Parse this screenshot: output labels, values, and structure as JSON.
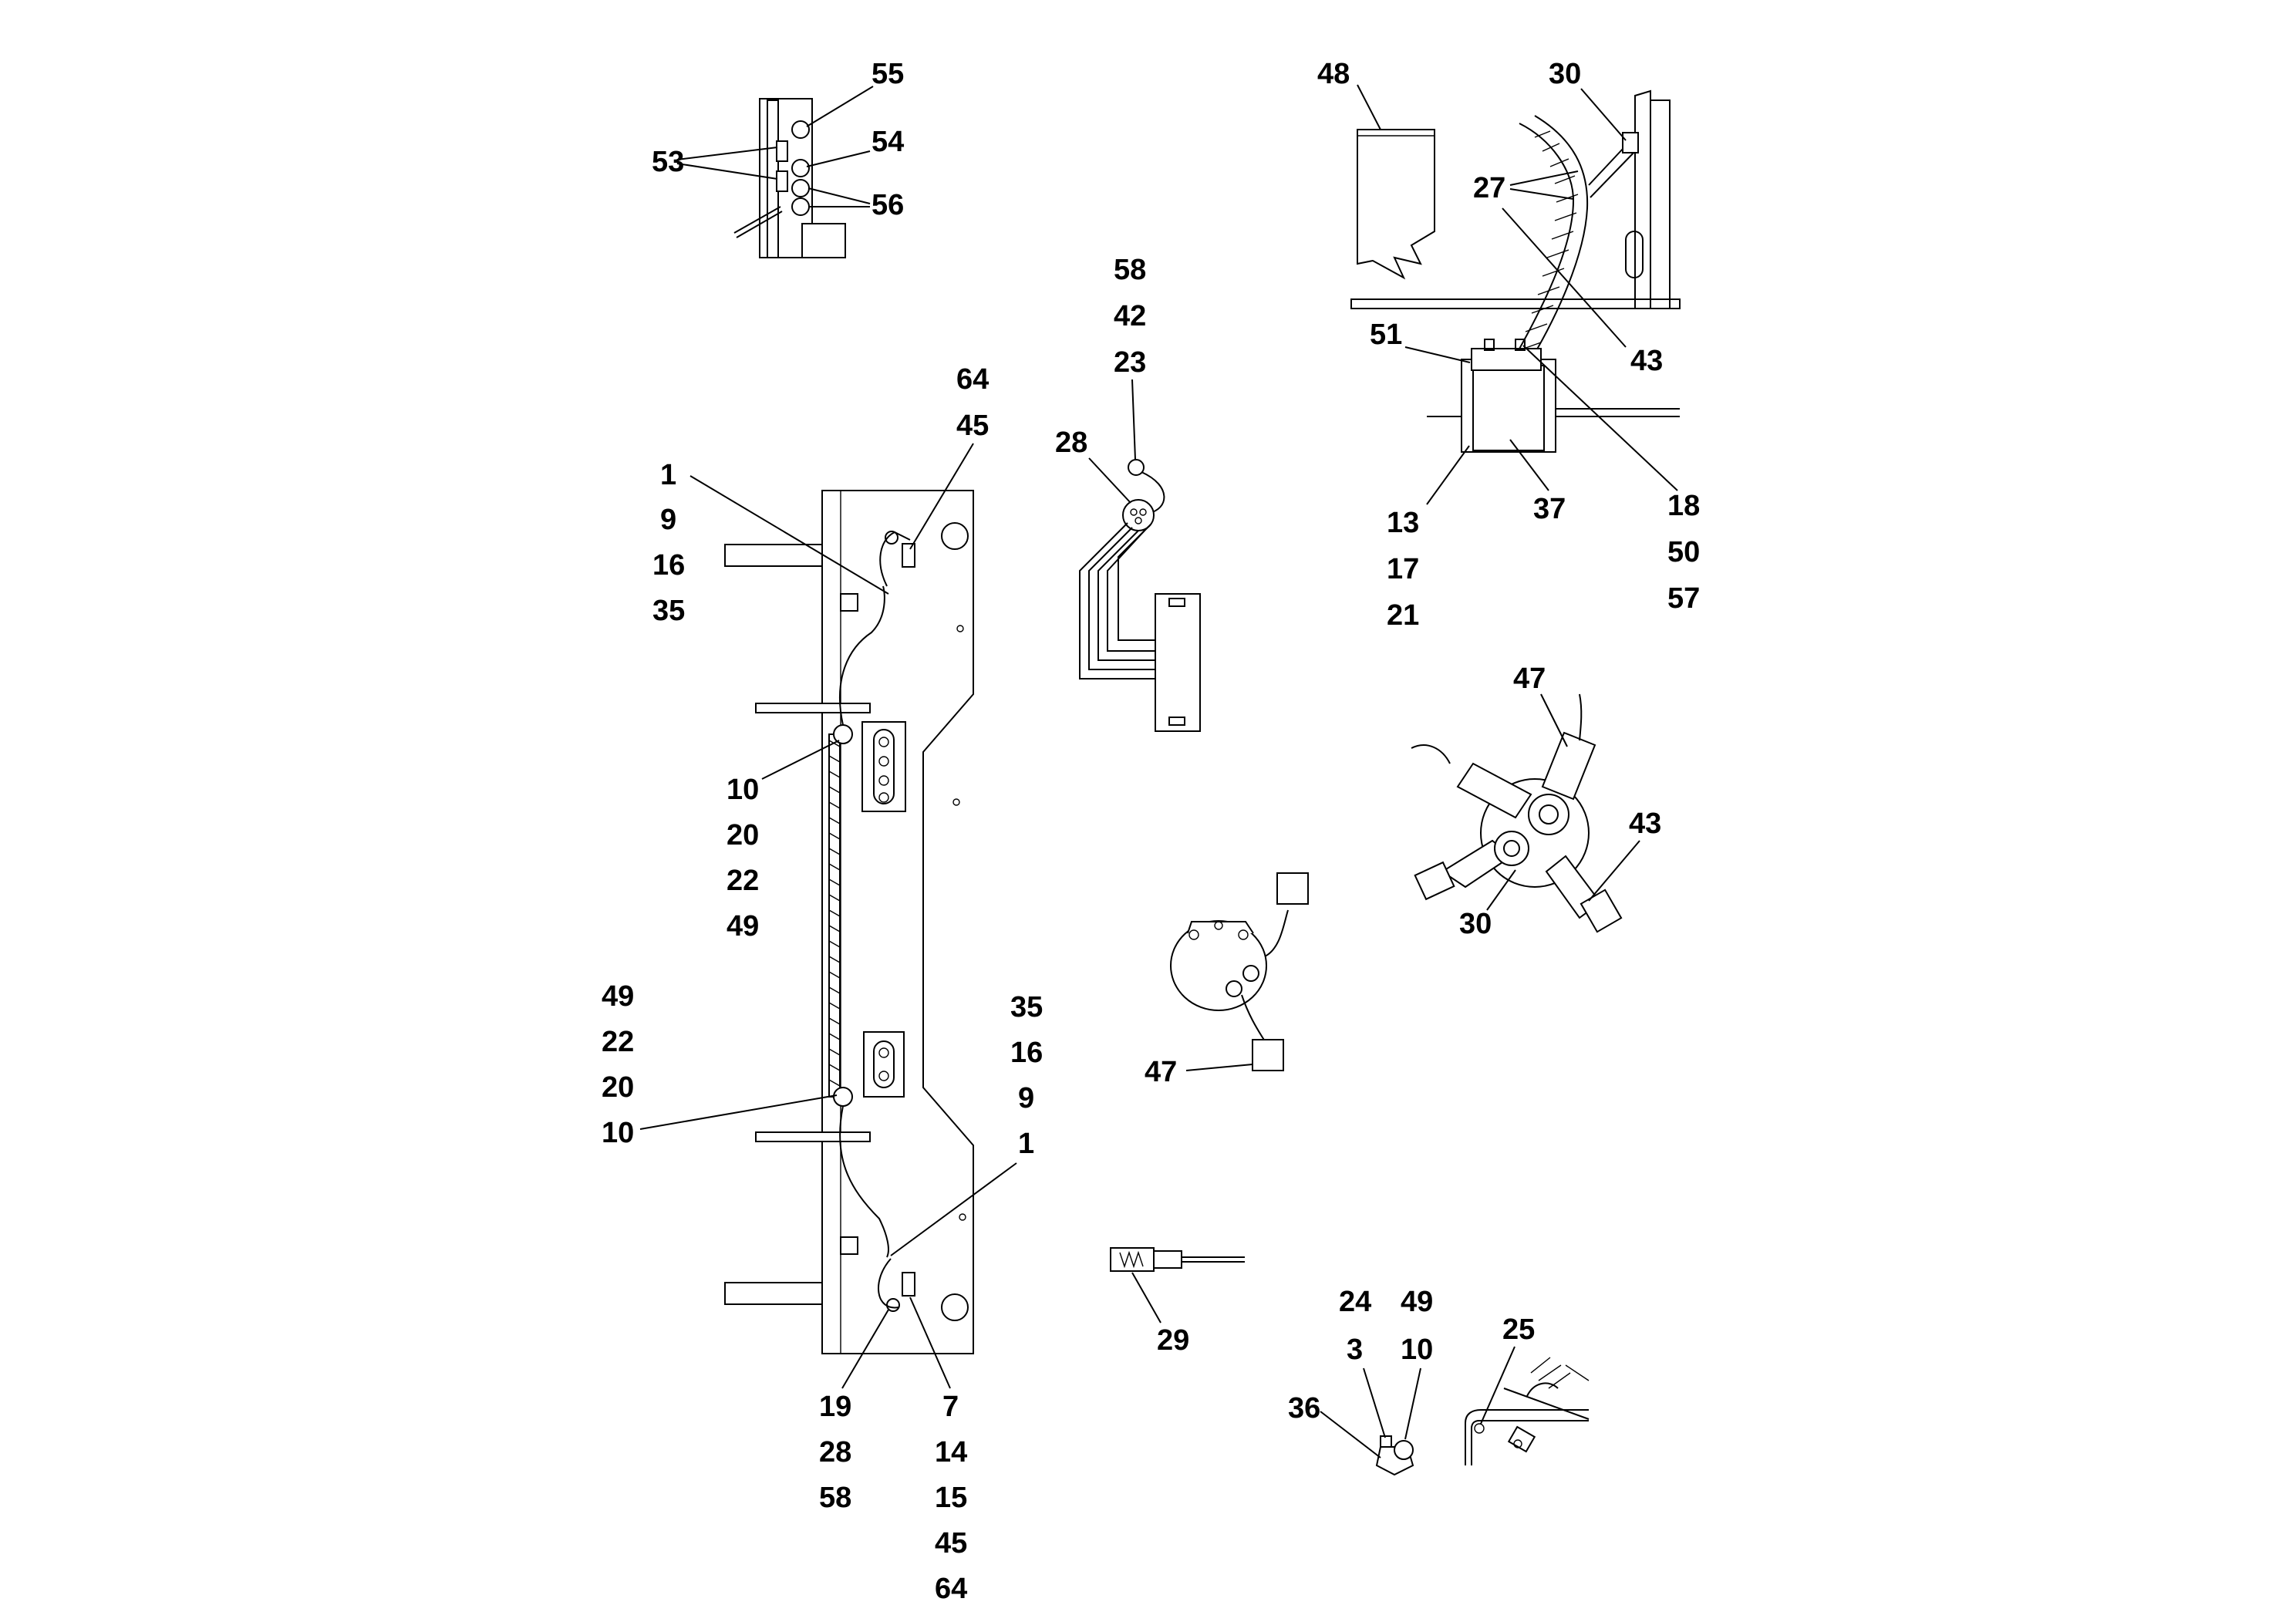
{
  "diagram": {
    "callouts": {
      "top_left": {
        "c53": "53",
        "c55": "55",
        "c54": "54",
        "c56": "56"
      },
      "upper_mid": {
        "c58": "58",
        "c42": "42",
        "c23": "23",
        "c28": "28"
      },
      "upper_right": {
        "c48": "48",
        "c30": "30",
        "c27": "27",
        "c43": "43",
        "c51": "51",
        "c18": "18",
        "c50": "50",
        "c57": "57",
        "c13": "13",
        "c17": "17",
        "c21": "21",
        "c37": "37"
      },
      "main_plate": {
        "a1": "1",
        "a9": "9",
        "a16": "16",
        "a35": "35",
        "b64": "64",
        "b45": "45",
        "c10": "10",
        "c20": "20",
        "c22": "22",
        "c49": "49",
        "d49": "49",
        "d22": "22",
        "d20": "20",
        "d10": "10",
        "e35": "35",
        "e16": "16",
        "e9": "9",
        "e1": "1",
        "f19": "19",
        "f28": "28",
        "f58": "58",
        "g7": "7",
        "g14": "14",
        "g15": "15",
        "g45": "45",
        "g64": "64"
      },
      "right_mid": {
        "c47": "47",
        "c43": "43",
        "c30": "30"
      },
      "pulley": {
        "c47": "47"
      },
      "connector": {
        "c29": "29"
      },
      "bottom_right": {
        "c24": "24",
        "c3": "3",
        "c49": "49",
        "c10": "10",
        "c25": "25",
        "c36": "36"
      }
    }
  }
}
